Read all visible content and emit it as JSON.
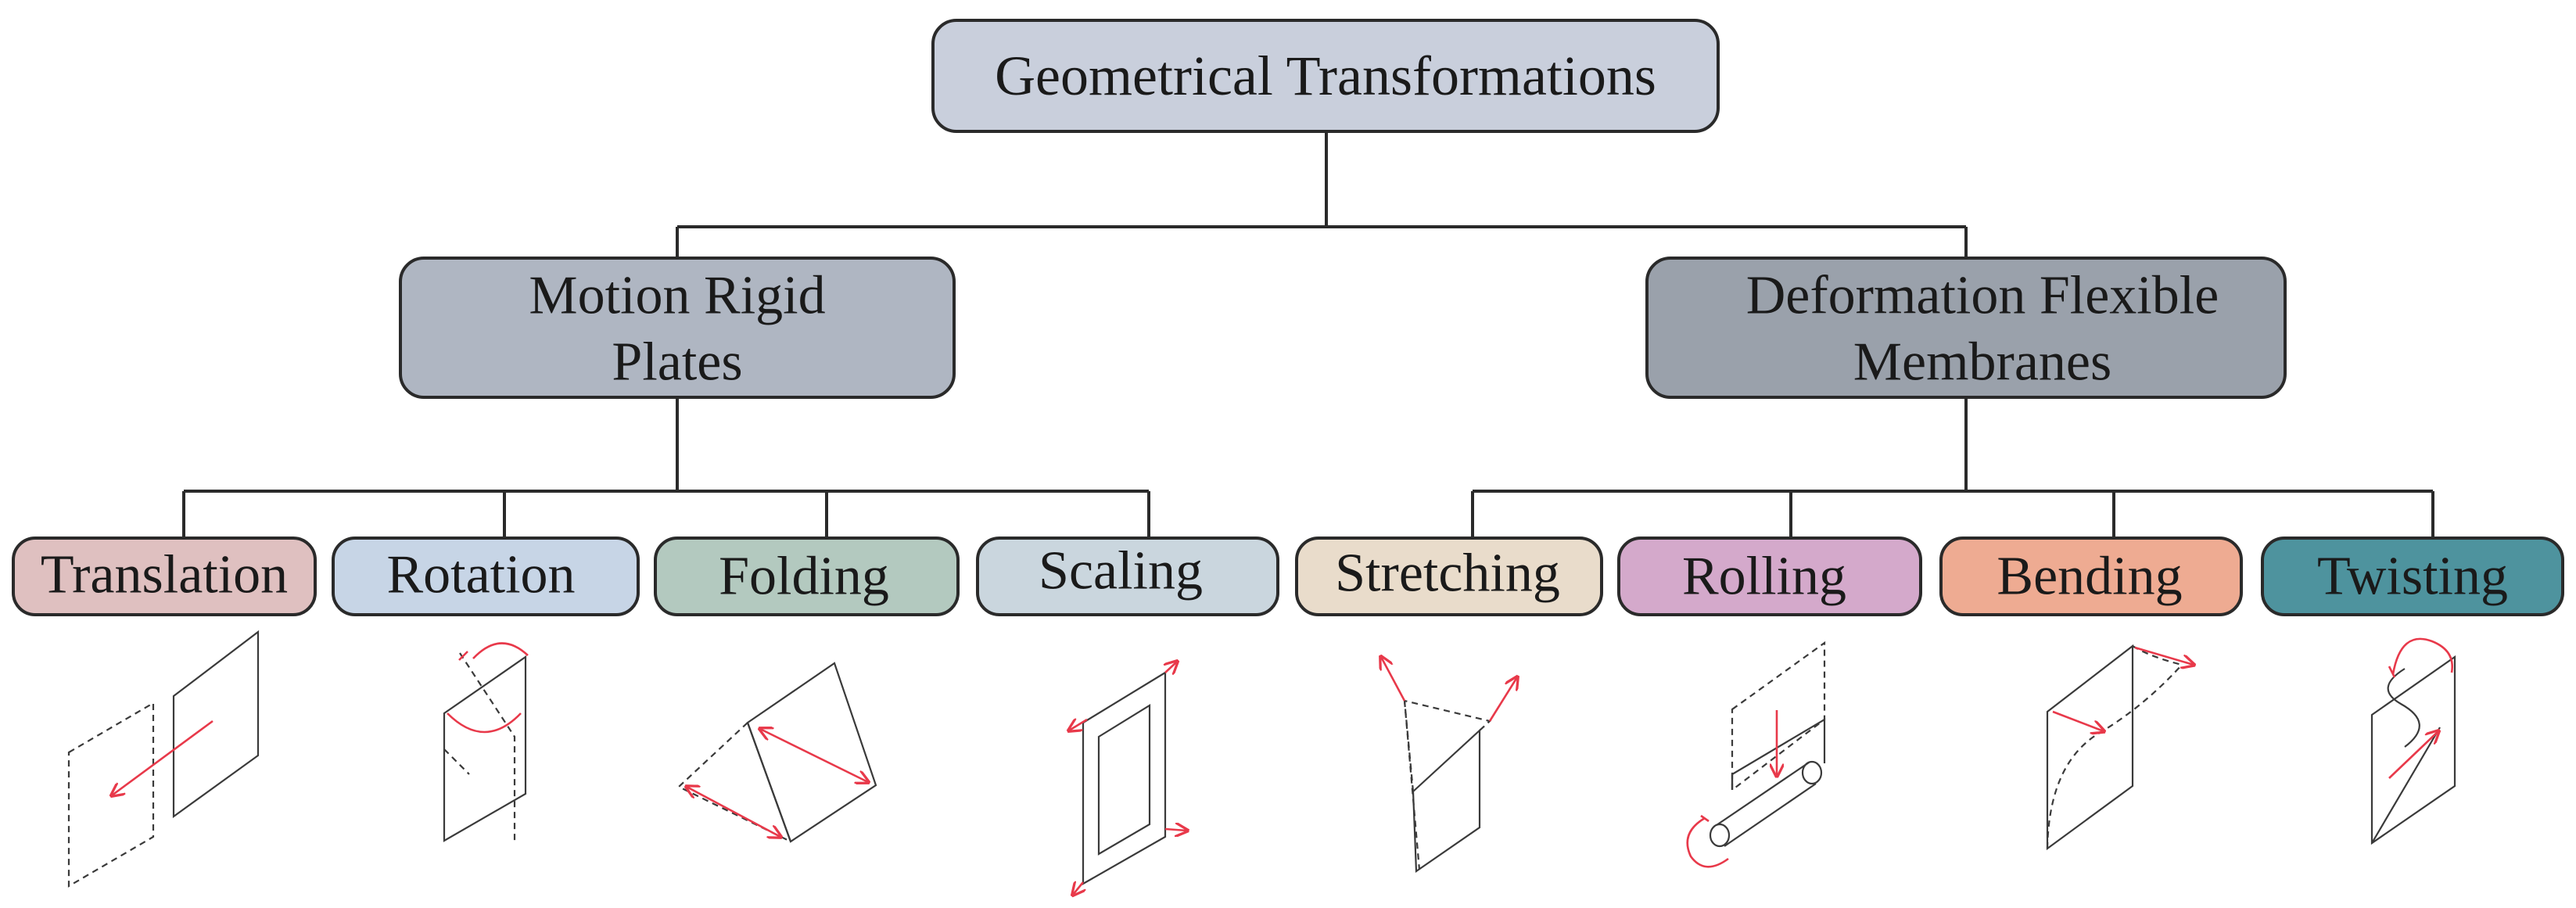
{
  "root": {
    "label": "Geometrical Transformations",
    "color": "#c9cfdc"
  },
  "groups": [
    {
      "line1": "Motion Rigid",
      "line2": "Plates",
      "color": "#afb6c2"
    },
    {
      "line1": "Deformation Flexible",
      "line2": "Membranes",
      "color": "#9aa1ab"
    }
  ],
  "leaves": [
    {
      "label": "Translation",
      "color": "#dfc0c0",
      "icon": "translation-icon"
    },
    {
      "label": "Rotation",
      "color": "#c7d5e6",
      "icon": "rotation-icon"
    },
    {
      "label": "Folding",
      "color": "#b3c9bf",
      "icon": "folding-icon"
    },
    {
      "label": "Scaling",
      "color": "#cad6de",
      "icon": "scaling-icon"
    },
    {
      "label": "Stretching",
      "color": "#e9dccb",
      "icon": "stretching-icon"
    },
    {
      "label": "Rolling",
      "color": "#d4a9cb",
      "icon": "rolling-icon"
    },
    {
      "label": "Bending",
      "color": "#eeab92",
      "icon": "bending-icon"
    },
    {
      "label": "Twisting",
      "color": "#4e939e",
      "icon": "twisting-icon"
    }
  ],
  "colors": {
    "line": "#2a2a2a",
    "arrow": "#e8394a"
  }
}
